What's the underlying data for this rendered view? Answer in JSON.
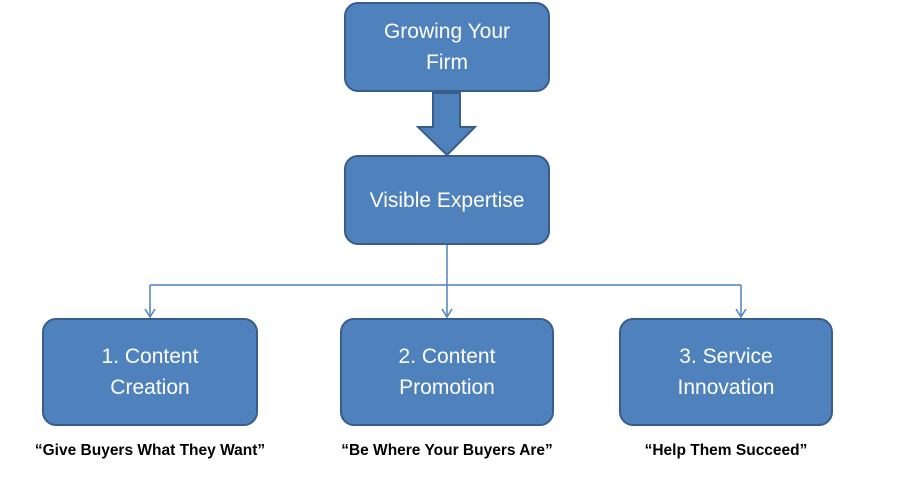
{
  "diagram": {
    "top": {
      "label": "Growing Your\nFirm"
    },
    "middle": {
      "label": "Visible Expertise"
    },
    "children": [
      {
        "label": "1. Content\nCreation",
        "tagline": "“Give Buyers What They Want”"
      },
      {
        "label": "2. Content\nPromotion",
        "tagline": "“Be Where Your Buyers Are”"
      },
      {
        "label": "3. Service\nInnovation",
        "tagline": "“Help Them Succeed”"
      }
    ]
  },
  "colors": {
    "box_fill": "#4f81bd",
    "box_border": "#385d8a",
    "connector": "#4f81bd",
    "text": "#ffffff",
    "tagline_text": "#000000"
  }
}
